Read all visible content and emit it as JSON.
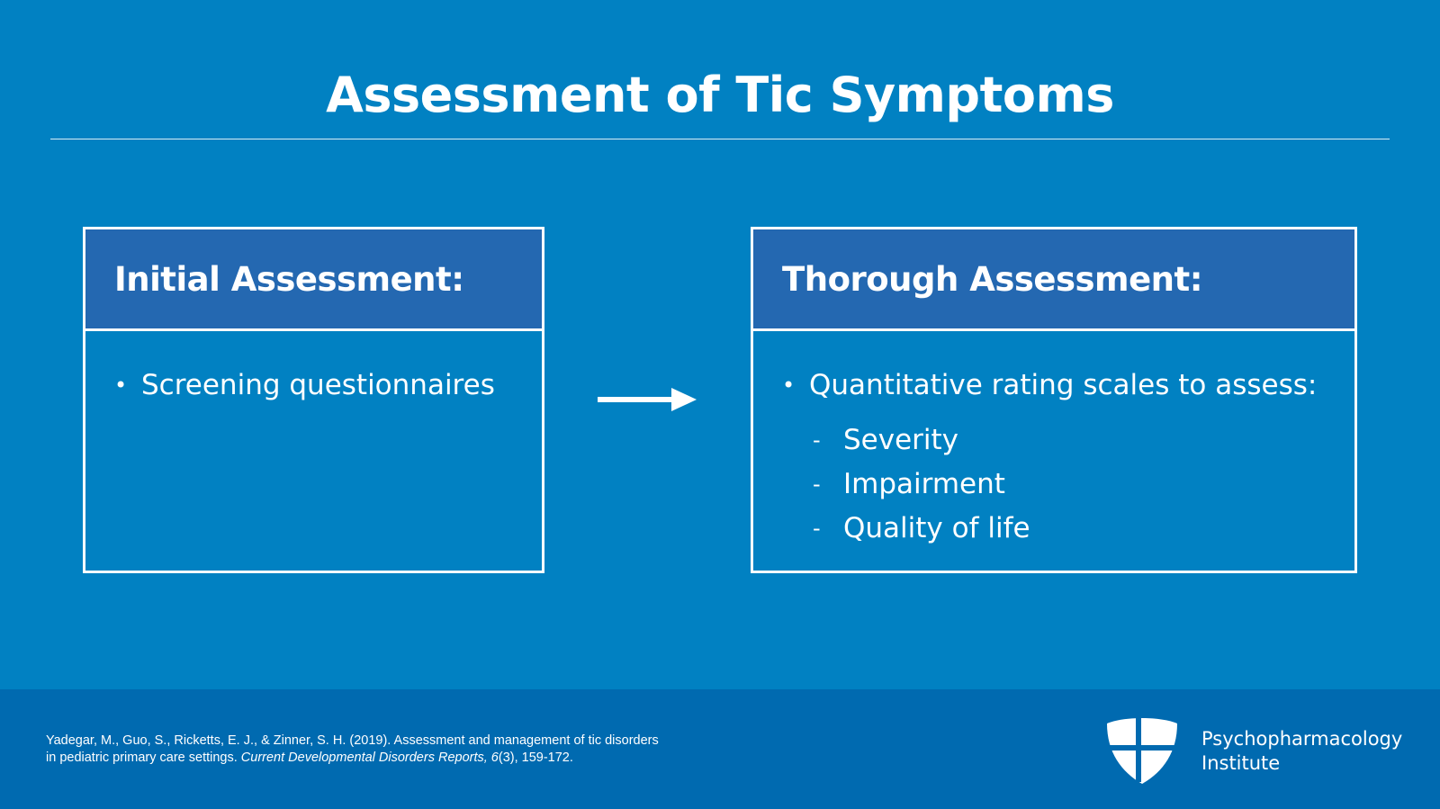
{
  "slide": {
    "title": "Assessment of Tic Symptoms"
  },
  "initial": {
    "heading": "Initial Assessment:",
    "bullet_symbol": "•",
    "bullet": "Screening questionnaires"
  },
  "thorough": {
    "heading": "Thorough Assessment:",
    "bullet_symbol": "•",
    "bullet": "Quantitative rating scales to assess:",
    "dash_symbol": "-",
    "items": [
      "Severity",
      "Impairment",
      "Quality of life"
    ]
  },
  "footer": {
    "citation_line1": "Yadegar, M., Guo, S., Ricketts, E. J., & Zinner, S. H. (2019). Assessment and management of tic disorders",
    "citation_line2_pre": "in pediatric primary care settings. ",
    "citation_journal": "Current Developmental Disorders Reports, 6",
    "citation_line2_post": "(3), 159-172.",
    "brand_line1": "Psychopharmacology",
    "brand_line2": "Institute",
    "logo_icon": "shield-cross-icon"
  },
  "colors": {
    "background": "#0181c2",
    "box_header": "#2468b1",
    "footer": "#006ab0",
    "text": "#ffffff"
  }
}
